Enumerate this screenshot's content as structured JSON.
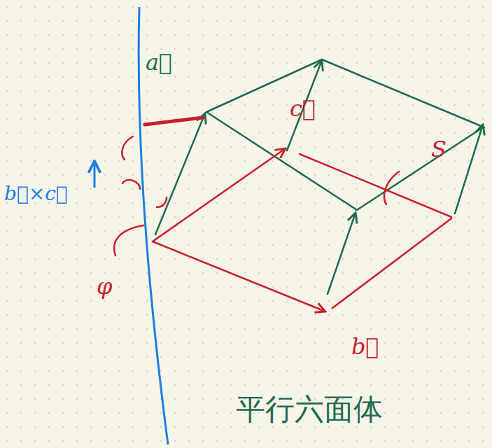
{
  "diagram": {
    "labels": [
      "a⃗",
      "c⃗",
      "S",
      "b⃗",
      "b⃗×c⃗",
      "φ",
      "平行六面体"
    ]
  }
}
